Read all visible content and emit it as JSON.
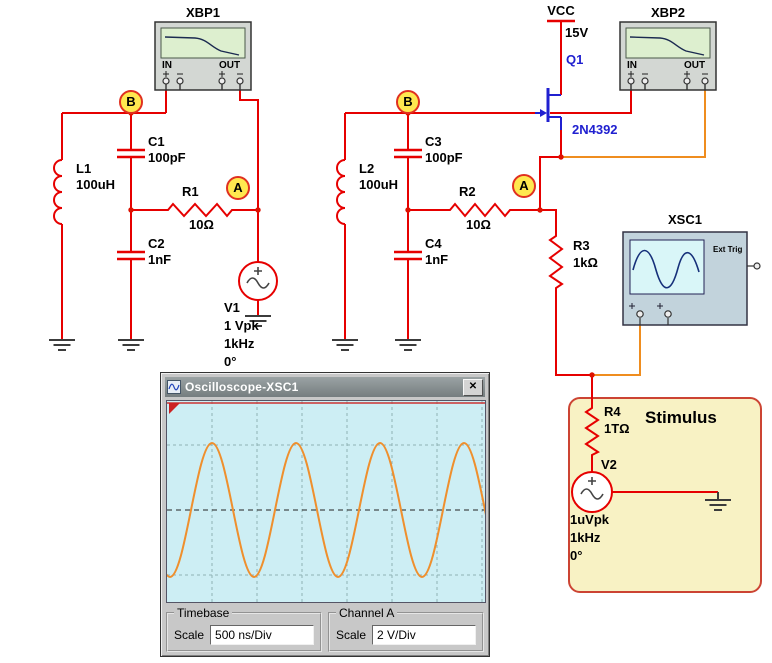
{
  "colors": {
    "wire_red": "#e60000",
    "probe_orange": "#ef8d1f",
    "transistor_blue": "#2020d0",
    "node_bubble_fill": "#ffe84f",
    "node_bubble_ring": "#e03020",
    "stimulus_background": "#f8f2c4",
    "scope_screen": "#cdeef4",
    "scope_trace": "#ef8f2d"
  },
  "left_circuit": {
    "bode_plotter": {
      "title": "XBP1",
      "in": "IN",
      "out": "OUT"
    },
    "node_b": "B",
    "node_a": "A",
    "c1": {
      "ref": "C1",
      "value": "100pF"
    },
    "l1": {
      "ref": "L1",
      "value": "100uH"
    },
    "r1": {
      "ref": "R1",
      "value": "10Ω"
    },
    "c2": {
      "ref": "C2",
      "value": "1nF"
    },
    "v1": {
      "ref": "V1",
      "line1": "1 Vpk",
      "line2": "1kHz",
      "line3": "0°"
    }
  },
  "right_circuit": {
    "bode_plotter": {
      "title": "XBP2",
      "in": "IN",
      "out": "OUT"
    },
    "vcc": {
      "label": "VCC",
      "value": "15V"
    },
    "q1": {
      "ref": "Q1",
      "part": "2N4392"
    },
    "node_b": "B",
    "node_a": "A",
    "c3": {
      "ref": "C3",
      "value": "100pF"
    },
    "l2": {
      "ref": "L2",
      "value": "100uH"
    },
    "r2": {
      "ref": "R2",
      "value": "10Ω"
    },
    "c4": {
      "ref": "C4",
      "value": "1nF"
    },
    "r3": {
      "ref": "R3",
      "value": "1kΩ"
    },
    "oscilloscope": {
      "title": "XSC1",
      "ext_trig": "Ext Trig"
    }
  },
  "stimulus": {
    "title": "Stimulus",
    "r4": {
      "ref": "R4",
      "value": "1TΩ"
    },
    "v2": {
      "ref": "V2",
      "line1": "1uVpk",
      "line2": "1kHz",
      "line3": "0°"
    }
  },
  "scope_window": {
    "title": "Oscilloscope-XSC1",
    "close": "✕",
    "waveform": {
      "shape": "sine",
      "cycles_visible": 4
    },
    "timebase": {
      "label": "Timebase",
      "scale": "Scale",
      "value": "500 ns/Div"
    },
    "channel_a": {
      "label": "Channel A",
      "scale": "Scale",
      "value": "2 V/Div"
    }
  }
}
